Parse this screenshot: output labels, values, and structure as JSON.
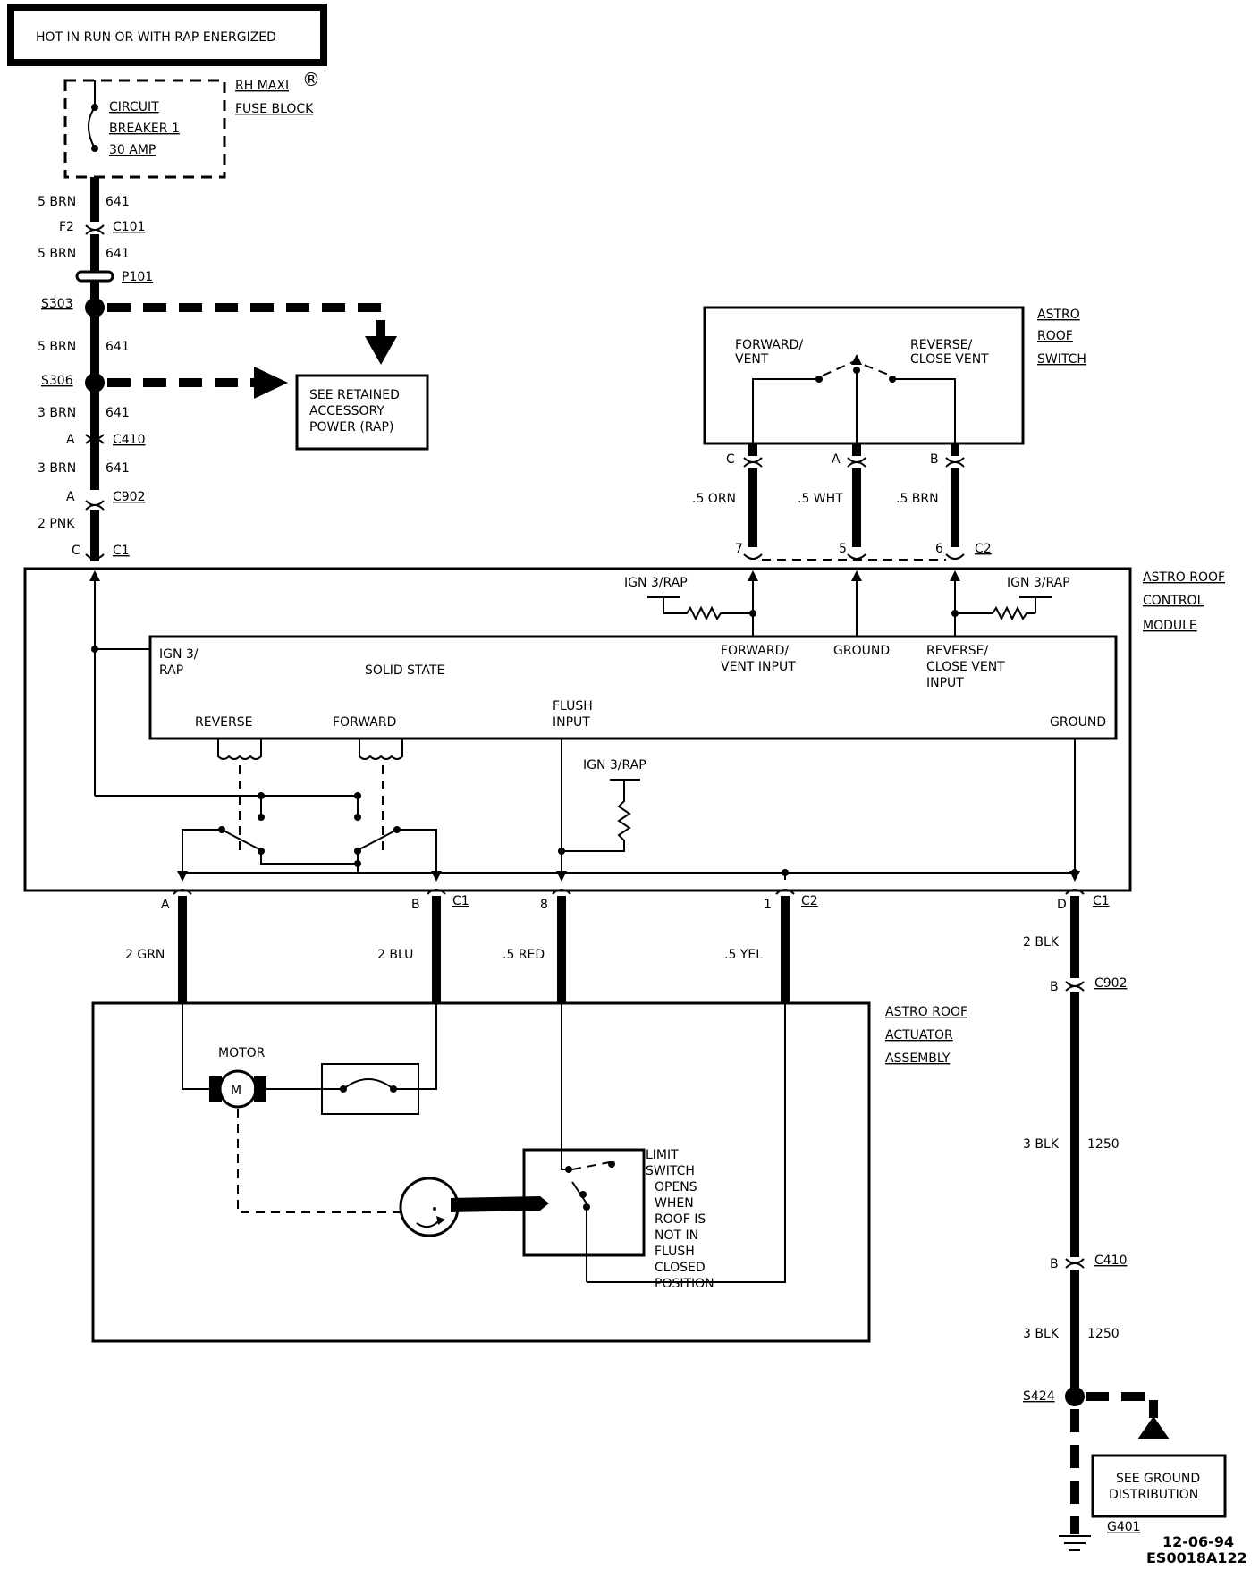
{
  "header": {
    "title": "HOT IN RUN OR WITH RAP ENERGIZED"
  },
  "fuse_block": {
    "name_line1": "RH MAXI",
    "name_line2": "FUSE BLOCK",
    "registered_mark": "®",
    "breaker_line1": "CIRCUIT",
    "breaker_line2": "BREAKER 1",
    "breaker_line3": "30 AMP"
  },
  "left_feed": {
    "w1_gauge": "5 BRN",
    "w1_circuit": "641",
    "c101_pin": "F2",
    "c101": "C101",
    "w2_gauge": "5 BRN",
    "w2_circuit": "641",
    "p101": "P101",
    "s303": "S303",
    "w3_gauge": "5 BRN",
    "w3_circuit": "641",
    "s306": "S306",
    "rap_ref_line1": "SEE RETAINED",
    "rap_ref_line2": "ACCESSORY",
    "rap_ref_line3": "POWER (RAP)",
    "w4_gauge": "3 BRN",
    "w4_circuit": "641",
    "c410_pin": "A",
    "c410": "C410",
    "w5_gauge": "3 BRN",
    "w5_circuit": "641",
    "c902_pin": "A",
    "c902": "C902",
    "w6_gauge": "2 PNK",
    "c1_pin": "C",
    "c1": "C1"
  },
  "switch": {
    "name_line1": "ASTRO",
    "name_line2": "ROOF",
    "name_line3": "SWITCH",
    "fwd_line1": "FORWARD/",
    "fwd_line2": "VENT",
    "rev_line1": "REVERSE/",
    "rev_line2": "CLOSE VENT",
    "pin_c": "C",
    "pin_a": "A",
    "pin_b": "B",
    "wire_c": ".5 ORN",
    "wire_a": ".5 WHT",
    "wire_b": ".5 BRN",
    "mod_pin_7": "7",
    "mod_pin_5": "5",
    "mod_pin_6": "6",
    "mod_conn": "C2"
  },
  "module": {
    "name_line1": "ASTRO ROOF",
    "name_line2": "CONTROL",
    "name_line3": "MODULE",
    "ign_rap_left": "IGN 3/RAP",
    "ign_rap_right": "IGN 3/RAP",
    "ign_rap_flush": "IGN 3/RAP",
    "ss_ign_line1": "IGN 3/",
    "ss_ign_line2": "RAP",
    "solid_state": "SOLID STATE",
    "fwd_input_line1": "FORWARD/",
    "fwd_input_line2": "VENT INPUT",
    "ground_top": "GROUND",
    "rev_input_line1": "REVERSE/",
    "rev_input_line2": "CLOSE VENT",
    "rev_input_line3": "INPUT",
    "reverse": "REVERSE",
    "forward": "FORWARD",
    "flush_line1": "FLUSH",
    "flush_line2": "INPUT",
    "ground_right": "GROUND"
  },
  "bottom_conn": {
    "pin_a": "A",
    "pin_b": "B",
    "c1": "C1",
    "pin_8": "8",
    "pin_1": "1",
    "c2": "C2",
    "wire_a": "2 GRN",
    "wire_b": "2 BLU",
    "wire_8": ".5 RED",
    "wire_1": ".5 YEL"
  },
  "actuator": {
    "name_line1": "ASTRO ROOF",
    "name_line2": "ACTUATOR",
    "name_line3": "ASSEMBLY",
    "motor": "MOTOR",
    "motor_symbol": "M",
    "limit_lines": [
      "LIMIT",
      "SWITCH",
      "OPENS",
      "WHEN",
      "ROOF IS",
      "NOT IN",
      "FLUSH",
      "CLOSED",
      "POSITION"
    ]
  },
  "ground_path": {
    "pin_d": "D",
    "c1": "C1",
    "w1_gauge": "2 BLK",
    "c902_pin": "B",
    "c902": "C902",
    "w2_gauge": "3 BLK",
    "w2_circuit": "1250",
    "c410_pin": "B",
    "c410": "C410",
    "w3_gauge": "3 BLK",
    "w3_circuit": "1250",
    "s424": "S424",
    "gnd_ref_line1": "SEE GROUND",
    "gnd_ref_line2": "DISTRIBUTION",
    "g401": "G401"
  },
  "footer": {
    "date": "12-06-94",
    "code": "ES0018A122"
  }
}
